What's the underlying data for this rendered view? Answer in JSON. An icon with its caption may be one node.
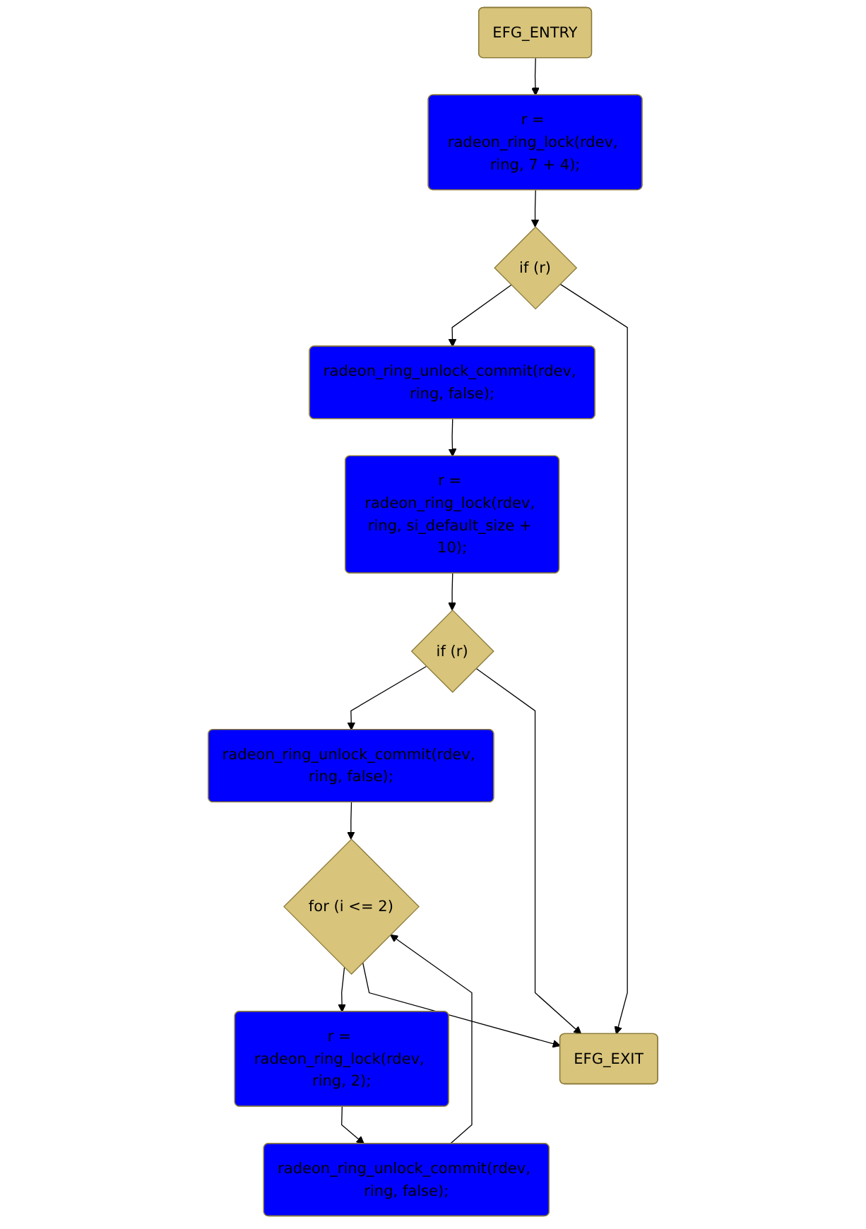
{
  "diagram": {
    "nodes": [
      {
        "text": [
          "EFG_ENTRY"
        ]
      },
      {
        "text": [
          "r = radeon_ring_lock(rdev, ring, 7 + 4);"
        ]
      },
      {
        "text": [
          "if (r)"
        ]
      },
      {
        "text": [
          "radeon_ring_unlock_commit(rdev, ring, false);"
        ]
      },
      {
        "text": [
          "r = radeon_ring_lock(rdev, ring, si_default_size + 10);"
        ]
      },
      {
        "text": [
          "if (r)"
        ]
      },
      {
        "text": [
          "radeon_ring_unlock_commit(rdev, ring, false);"
        ]
      },
      {
        "text": [
          "for (i <= 2)"
        ]
      },
      {
        "text": [
          "r = radeon_ring_lock(rdev, ring, 2);"
        ]
      },
      {
        "text": [
          "radeon_ring_unlock_commit(rdev, ring, false);"
        ]
      },
      {
        "text": [
          "EFG_EXIT"
        ]
      }
    ],
    "edges": [
      {
        "from": 0,
        "to": 1,
        "arrow": "to"
      },
      {
        "from": 1,
        "to": 2,
        "arrow": "to"
      },
      {
        "from": 2,
        "to": 3,
        "arrow": "to"
      },
      {
        "from": 2,
        "to": 10,
        "arrow": "to"
      },
      {
        "from": 3,
        "to": 4,
        "arrow": "to"
      },
      {
        "from": 4,
        "to": 5,
        "arrow": "to"
      },
      {
        "from": 5,
        "to": 6,
        "arrow": "to"
      },
      {
        "from": 5,
        "to": 10,
        "arrow": "to"
      },
      {
        "from": 6,
        "to": 7,
        "arrow": "to"
      },
      {
        "from": 7,
        "to": 8,
        "arrow": "to"
      },
      {
        "from": 7,
        "to": 10,
        "arrow": "to"
      },
      {
        "from": 8,
        "to": 9,
        "arrow": "to"
      },
      {
        "from": 9,
        "to": 7,
        "arrow": "to"
      }
    ]
  }
}
